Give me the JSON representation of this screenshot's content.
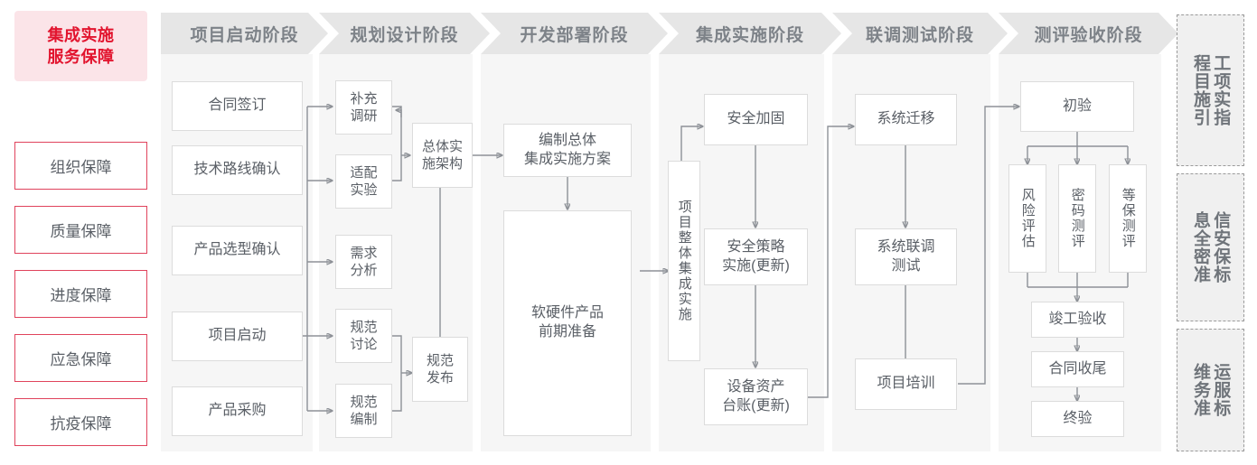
{
  "title_box": {
    "line1": "集成实施",
    "line2": "服务保障"
  },
  "guarantees": [
    {
      "label": "组织保障"
    },
    {
      "label": "质量保障"
    },
    {
      "label": "进度保障"
    },
    {
      "label": "应急保障"
    },
    {
      "label": "抗疫保障"
    }
  ],
  "phases": [
    {
      "header": "项目启动阶段"
    },
    {
      "header": "规划设计阶段"
    },
    {
      "header": "开发部署阶段"
    },
    {
      "header": "集成实施阶段"
    },
    {
      "header": "联调测试阶段"
    },
    {
      "header": "测评验收阶段"
    }
  ],
  "nodes": {
    "p1": [
      {
        "label": "合同签订"
      },
      {
        "label": "技术路线确认"
      },
      {
        "label": "产品选型确认"
      },
      {
        "label": "项目启动"
      },
      {
        "label": "产品采购"
      }
    ],
    "p2": [
      {
        "label": "补充\n调研"
      },
      {
        "label": "适配\n实验"
      },
      {
        "label": "需求\n分析"
      },
      {
        "label": "规范\n讨论"
      },
      {
        "label": "规范\n编制"
      },
      {
        "label": "总体实\n施架构"
      },
      {
        "label": "规范\n发布"
      }
    ],
    "p3": [
      {
        "label": "编制总体\n集成实施方案"
      },
      {
        "label": "软硬件产品\n前期准备"
      }
    ],
    "p4": [
      {
        "label": "项目整体集成实施"
      },
      {
        "label": "安全加固"
      },
      {
        "label": "安全策略\n实施(更新)"
      },
      {
        "label": "设备资产\n台账(更新)"
      }
    ],
    "p5": [
      {
        "label": "系统迁移"
      },
      {
        "label": "系统联调\n测试"
      },
      {
        "label": "项目培训"
      }
    ],
    "p6": [
      {
        "label": "初验"
      },
      {
        "label": "风险评估"
      },
      {
        "label": "密码测评"
      },
      {
        "label": "等保测评"
      },
      {
        "label": "竣工验收"
      },
      {
        "label": "合同收尾"
      },
      {
        "label": "终验"
      }
    ]
  },
  "standards": [
    {
      "label": "工程项目实施指引"
    },
    {
      "label": "信息安全保密标准"
    },
    {
      "label": "运维服务标准"
    }
  ],
  "colors": {
    "brand_red": "#e2142e",
    "brand_red_bg": "#fbe4e8",
    "guarantee_border": "#e0435c",
    "phase_body_bg": "#f6f6f6",
    "chevron_bg": "#e6e6e6",
    "chevron_text": "#7d8288",
    "node_border": "#dcdcdc",
    "node_text": "#5a5f66",
    "wire": "#8d9197",
    "standards_bg": "#f0f0f0",
    "standards_border": "#9a9a9a"
  }
}
